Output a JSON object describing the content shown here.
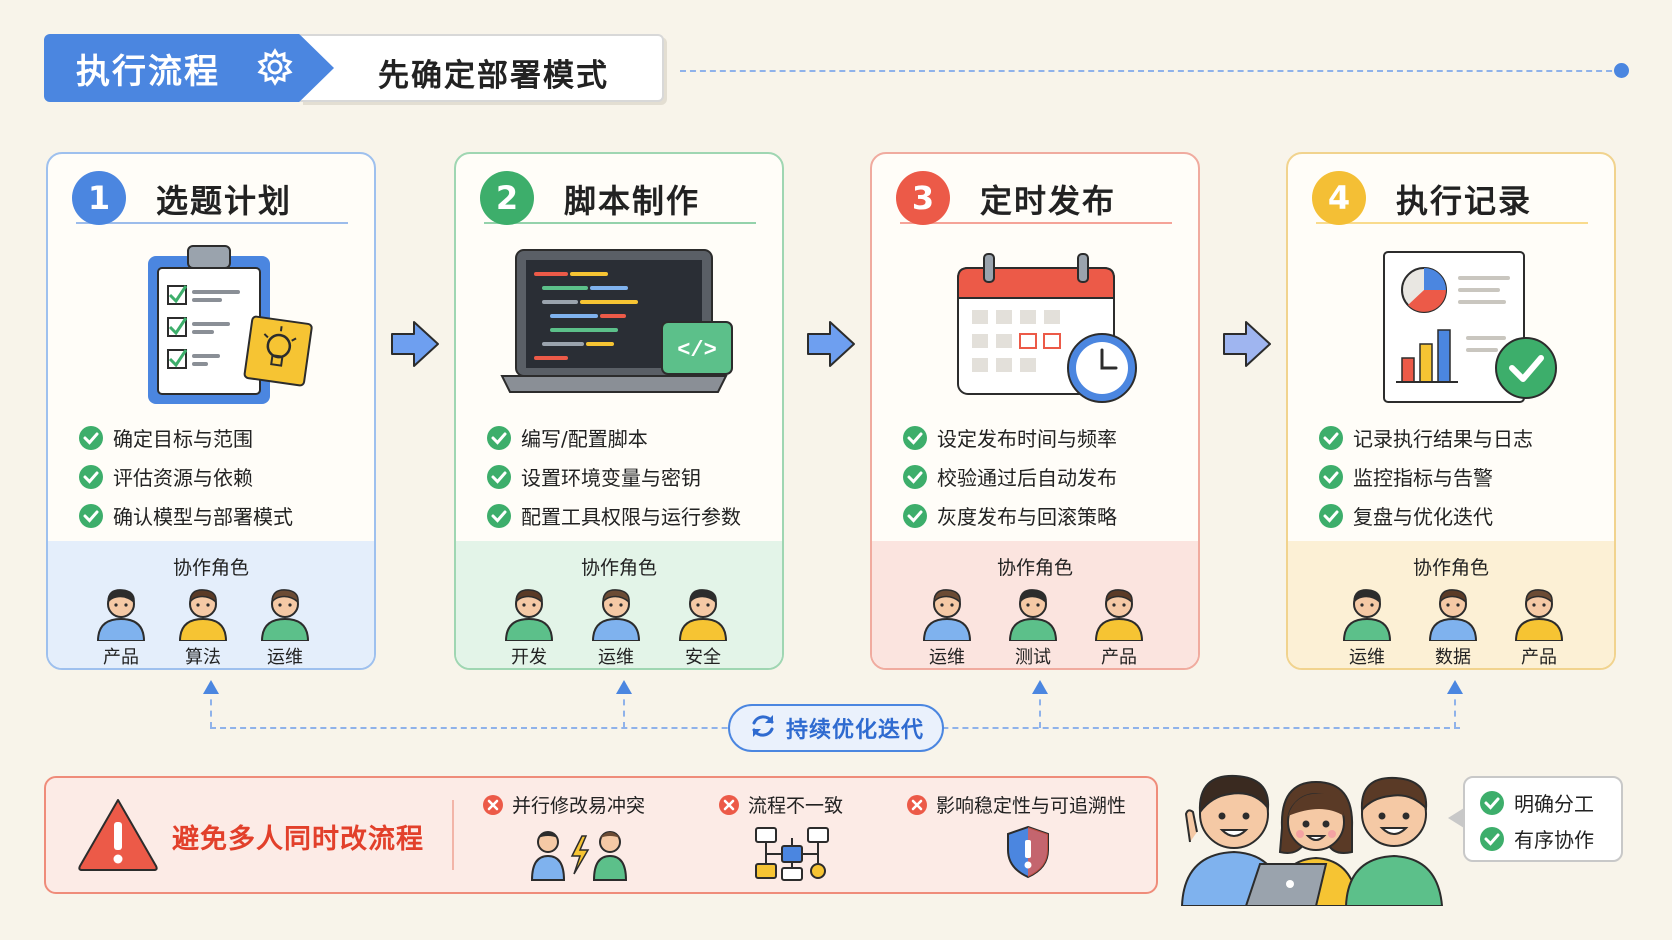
{
  "header": {
    "tag": "执行流程",
    "subtitle": "先确定部署模式",
    "gear_icon": "gear-icon",
    "accent": "#4b86e0"
  },
  "steps": [
    {
      "num": "1",
      "title": "选题计划",
      "color": "#4b86e0",
      "light": "#e4eefb",
      "border": "#9ec0ee",
      "icon": "clipboard-lightbulb-icon",
      "tasks": [
        "确定目标与范围",
        "评估资源与依赖",
        "确认模型与部署模式"
      ],
      "roles_title": "协作角色",
      "roles": [
        {
          "name": "产品",
          "shirt": "#7fb2ee"
        },
        {
          "name": "算法",
          "shirt": "#f6c433"
        },
        {
          "name": "运维",
          "shirt": "#5cc08a"
        }
      ]
    },
    {
      "num": "2",
      "title": "脚本制作",
      "color": "#3dae6b",
      "light": "#e3f4e8",
      "border": "#9fd6b2",
      "icon": "laptop-code-icon",
      "tasks": [
        "编写/配置脚本",
        "设置环境变量与密钥",
        "配置工具权限与运行参数"
      ],
      "roles_title": "协作角色",
      "roles": [
        {
          "name": "开发",
          "shirt": "#5cc08a"
        },
        {
          "name": "运维",
          "shirt": "#7fb2ee"
        },
        {
          "name": "安全",
          "shirt": "#f6c433"
        }
      ]
    },
    {
      "num": "3",
      "title": "定时发布",
      "color": "#ec5a48",
      "light": "#fbe4df",
      "border": "#f0ab9f",
      "icon": "calendar-clock-icon",
      "tasks": [
        "设定发布时间与频率",
        "校验通过后自动发布",
        "灰度发布与回滚策略"
      ],
      "roles_title": "协作角色",
      "roles": [
        {
          "name": "运维",
          "shirt": "#7fb2ee"
        },
        {
          "name": "测试",
          "shirt": "#5cc08a"
        },
        {
          "name": "产品",
          "shirt": "#f6c433"
        }
      ]
    },
    {
      "num": "4",
      "title": "执行记录",
      "color": "#f4bf35",
      "light": "#fcf0d5",
      "border": "#f1d38e",
      "icon": "report-check-icon",
      "tasks": [
        "记录执行结果与日志",
        "监控指标与告警",
        "复盘与优化迭代"
      ],
      "roles_title": "协作角色",
      "roles": [
        {
          "name": "运维",
          "shirt": "#5cc08a"
        },
        {
          "name": "数据",
          "shirt": "#7fb2ee"
        },
        {
          "name": "产品",
          "shirt": "#f6c433"
        }
      ]
    }
  ],
  "loop": {
    "label": "持续优化迭代",
    "icon": "refresh-icon"
  },
  "warning": {
    "title": "避免多人同时改流程",
    "icon": "warning-triangle-icon",
    "items": [
      {
        "text": "并行修改易冲突",
        "icon": "conflict-people-icon"
      },
      {
        "text": "流程不一致",
        "icon": "flowchart-icon"
      },
      {
        "text": "影响稳定性与可追溯性",
        "icon": "shield-alert-icon"
      }
    ]
  },
  "note": {
    "items": [
      "明确分工",
      "有序协作"
    ]
  }
}
